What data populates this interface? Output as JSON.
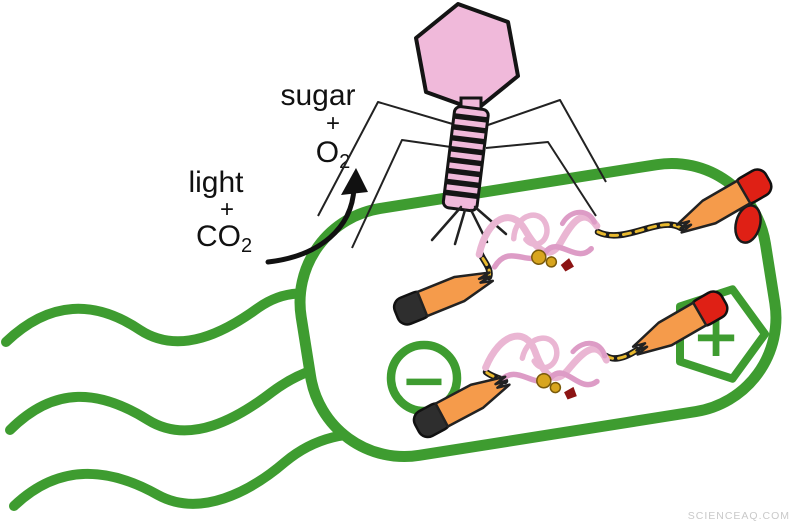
{
  "diagram": {
    "description": "Bacteriophage infecting a photosynthetic bacterium wired as a bio-electrochemical cell",
    "labels": {
      "sugar": "sugar",
      "plus_products": "+",
      "o": "O",
      "o_sub": "2",
      "light": "light",
      "plus_reactants": "+",
      "co": "CO",
      "co_sub": "2"
    },
    "terminals": {
      "minus": "−",
      "plus": "+"
    },
    "watermark": {
      "text": "SCIENCEAQ.COM"
    },
    "colors": {
      "cell_green": "#3e9c30",
      "phage_pink": "#f0b9da",
      "protein_pink": "#eab6d3",
      "clip_orange": "#f59b4b",
      "clip_red": "#df2015",
      "clip_black": "#2e2e2e",
      "wire_yellow": "#e8b92e",
      "outline_black": "#1a1a1a",
      "watermark_gray": "#c9c9c9"
    }
  }
}
